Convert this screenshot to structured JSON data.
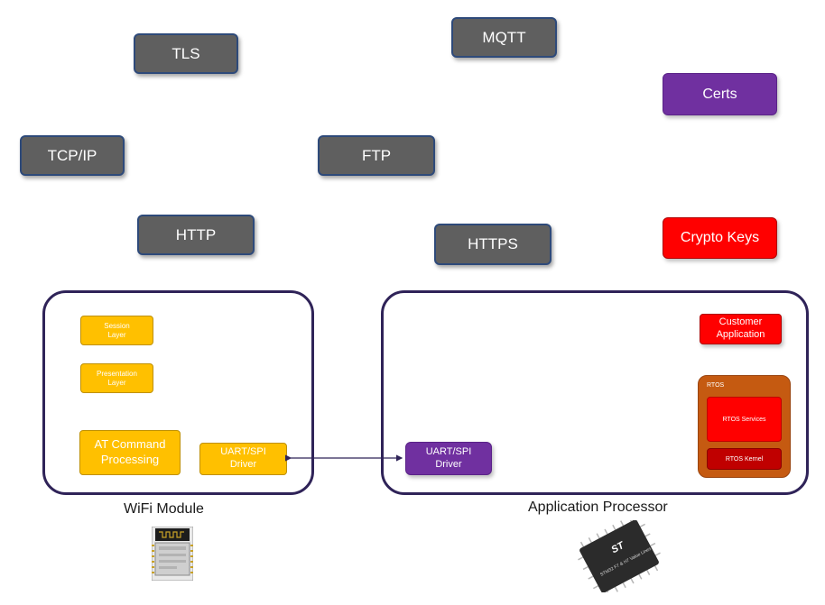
{
  "protocols": {
    "tls": "TLS",
    "mqtt": "MQTT",
    "tcpip": "TCP/IP",
    "ftp": "FTP",
    "http": "HTTP",
    "https": "HTTPS"
  },
  "security": {
    "certs": "Certs",
    "crypto_keys": "Crypto Keys"
  },
  "wifi_module": {
    "caption": "WiFi Module",
    "session_layer": "Session\nLayer",
    "presentation_layer": "Presentation\nLayer",
    "at_command": "AT Command\nProcessing",
    "uart_driver": "UART/SPI\nDriver"
  },
  "app_processor": {
    "caption": "Application Processor",
    "uart_driver": "UART/SPI\nDriver",
    "customer_app": "Customer\nApplication",
    "rtos_label": "RTOS",
    "rtos_services": "RTOS Services",
    "rtos_kernel": "RTOS Kernel",
    "chip_logo": "ST",
    "chip_text": "STM32 F7 & H7 Value Lines"
  },
  "colors": {
    "grey_box": "#5f5f5f",
    "purple": "#7030a0",
    "red": "#ff0000",
    "gold": "#ffc000",
    "rtos": "#c55a11",
    "panel_border": "#2f2358"
  }
}
